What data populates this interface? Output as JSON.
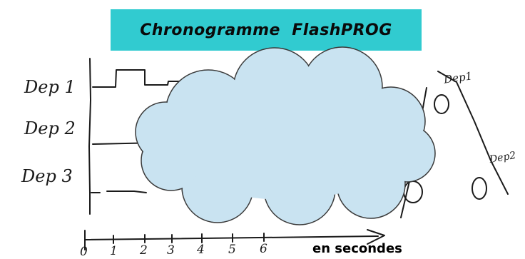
{
  "title": "Chronogramme  FlashPROG",
  "signals": [
    {
      "id": "dep1",
      "label": "Dep 1"
    },
    {
      "id": "dep2",
      "label": "Dep 2"
    },
    {
      "id": "dep3",
      "label": "Dep 3"
    }
  ],
  "time_axis": {
    "ticks": [
      "0",
      "1",
      "2",
      "3",
      "4",
      "5",
      "6"
    ],
    "unit": "en secondes"
  },
  "side_labels": [
    "Dep1",
    "Dep2"
  ],
  "cloud_color": "#c9e3f1",
  "title_bg_color": "#31cbd0"
}
